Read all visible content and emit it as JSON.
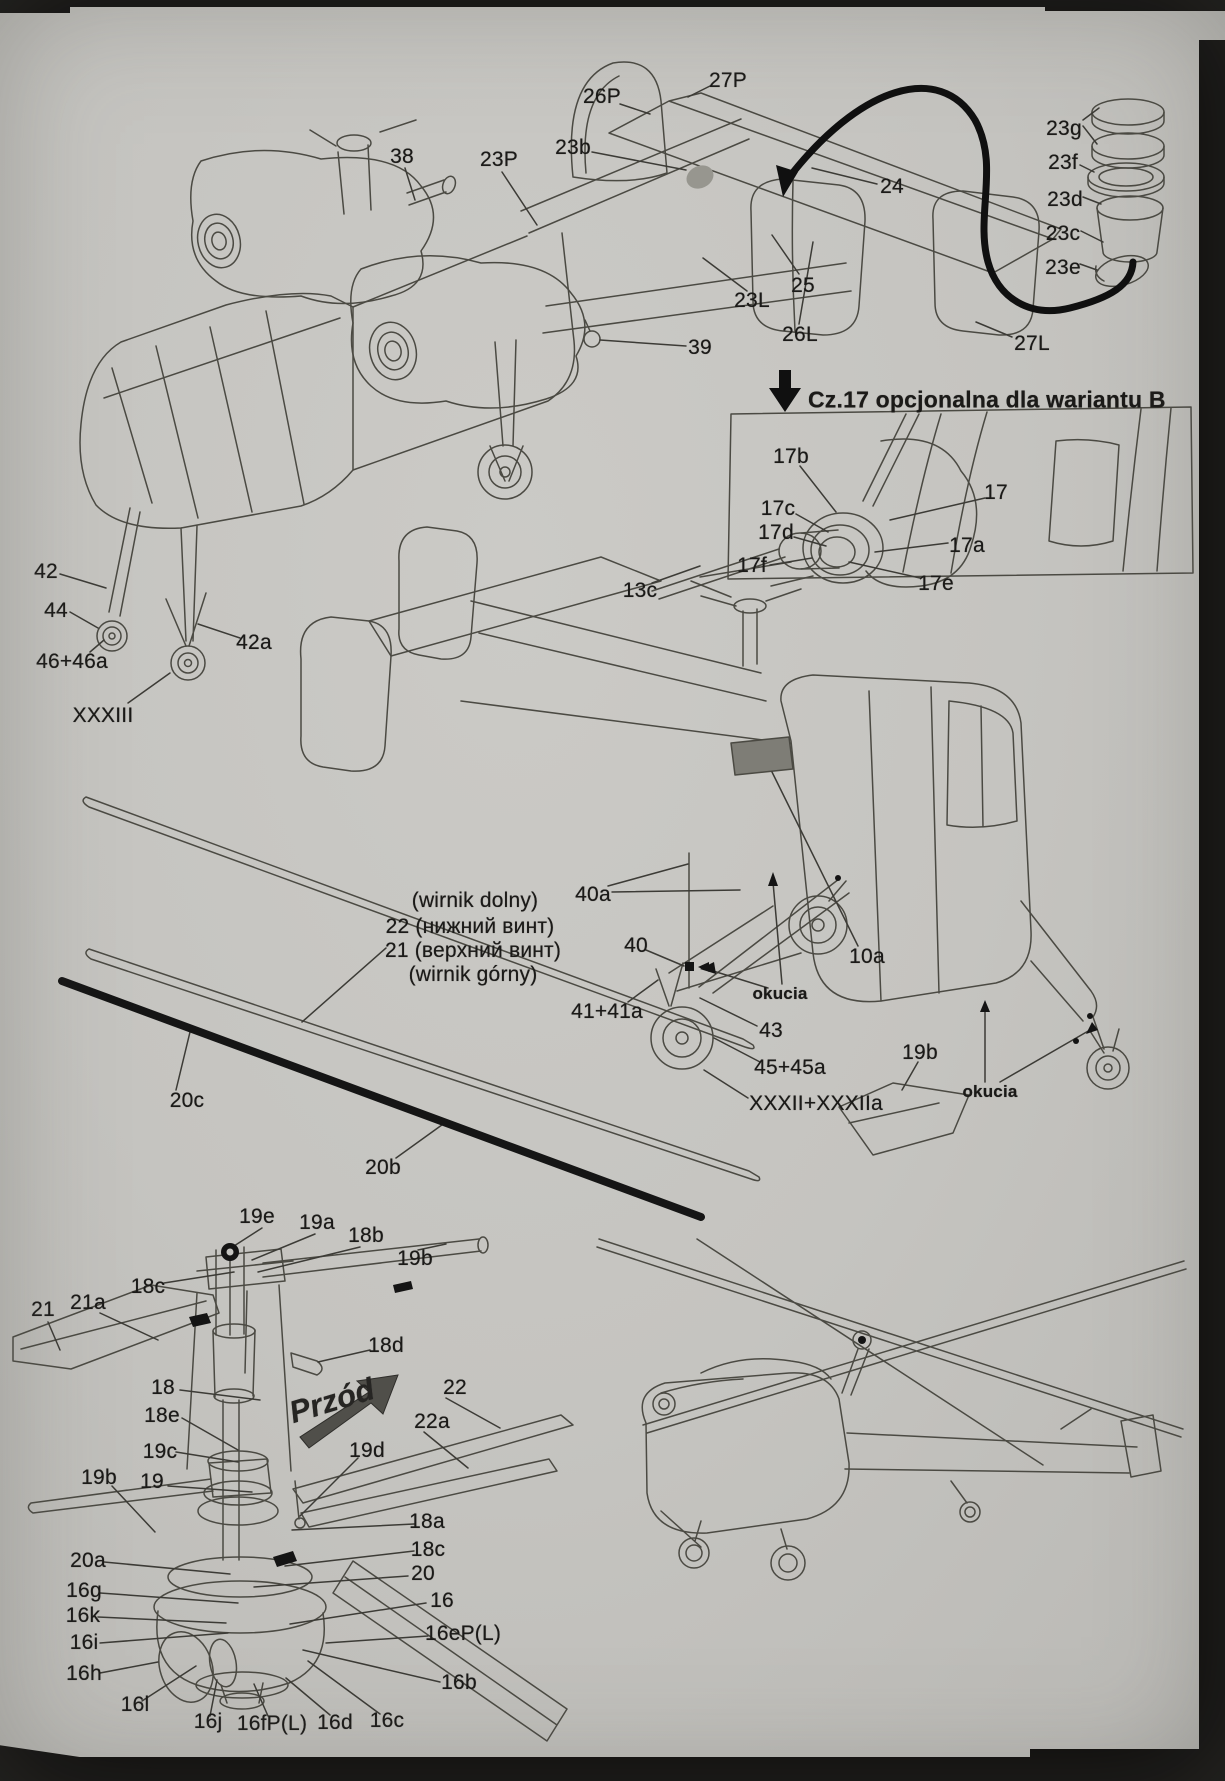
{
  "sections": {
    "fuselage": {
      "labels": {
        "p38": "38",
        "p23P": "23P",
        "p23b": "23b",
        "p26P": "26P",
        "p27P": "27P",
        "p24": "24",
        "p25": "25",
        "p23L": "23L",
        "p26L": "26L",
        "p27L": "27L",
        "p39": "39",
        "p23g": "23g",
        "p23f": "23f",
        "p23d": "23d",
        "p23c": "23c",
        "p23e": "23e",
        "p42": "42",
        "p44": "44",
        "p46": "46+46a",
        "pXXXIII": "XXXIII",
        "p42a": "42a"
      }
    },
    "inset": {
      "title": "Cz.17 opcjonalna dla wariantu B",
      "labels": {
        "p17b": "17b",
        "p17c": "17c",
        "p17d": "17d",
        "p17f": "17f",
        "p17": "17",
        "p17a": "17a",
        "p17e": "17e",
        "p13c": "13c"
      }
    },
    "middle": {
      "labels": {
        "wirnik_dolny": "(wirnik dolny)",
        "p22_ru": "22 (нижний винт)",
        "p21_ru": "21 (верхний винт)",
        "wirnik_gorny": "(wirnik górny)",
        "p40a": "40a",
        "p40": "40",
        "p10a": "10a",
        "okucia_left": "okucia",
        "p41": "41+41a",
        "p43": "43",
        "p45": "45+45a",
        "pXXXII": "XXXII+XXXIIa",
        "okucia_right": "okucia",
        "p20c": "20c",
        "p20b": "20b",
        "p19b": "19b"
      }
    },
    "rotor": {
      "front_label": "Przód",
      "labels": {
        "p19e": "19e",
        "p19a": "19a",
        "p18b": "18b",
        "p19b_top": "19b",
        "p18c_top": "18c",
        "p21": "21",
        "p21a": "21a",
        "p18d": "18d",
        "p18": "18",
        "p18e": "18e",
        "p22": "22",
        "p22a": "22a",
        "p19c": "19c",
        "p19d": "19d",
        "p19b_left": "19b",
        "p19": "19",
        "p18a": "18a",
        "p18c_bot": "18c",
        "p20a": "20a",
        "p20": "20",
        "p16g": "16g",
        "p16": "16",
        "p16k": "16k",
        "p16i": "16i",
        "p16eP": "16eP(L)",
        "p16h": "16h",
        "p16b": "16b",
        "p16l": "16l",
        "p16j": "16j",
        "p16fP": "16fP(L)",
        "p16d": "16d",
        "p16c": "16c"
      }
    }
  }
}
